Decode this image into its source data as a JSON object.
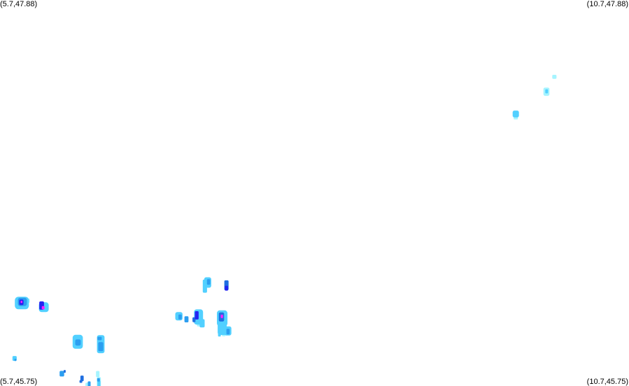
{
  "corners": {
    "top_left": "(5.7,47.88)",
    "top_right": "(10.7,47.88)",
    "bottom_left": "(5.7,45.75)",
    "bottom_right": "(10.7,45.75)"
  },
  "bounds": {
    "lon_min": 5.7,
    "lon_max": 10.7,
    "lat_min": 45.75,
    "lat_max": 47.88
  },
  "intensity_colors": {
    "very_light": "#a6f4ff",
    "light": "#52d0ff",
    "moderate": "#2c9ef0",
    "medium": "#1f6ee0",
    "heavy": "#2424f0",
    "very_heavy": "#ff20ff"
  },
  "cells": [
    {
      "lon": 10.107,
      "lat": 47.456,
      "w": 0.034,
      "h": 0.022,
      "level": "very_light"
    },
    {
      "lon": 10.044,
      "lat": 47.374,
      "w": 0.048,
      "h": 0.046,
      "level": "very_light"
    },
    {
      "lon": 10.045,
      "lat": 47.376,
      "w": 0.022,
      "h": 0.022,
      "level": "light"
    },
    {
      "lon": 9.8,
      "lat": 47.251,
      "w": 0.05,
      "h": 0.038,
      "level": "light"
    },
    {
      "lon": 9.8,
      "lat": 47.231,
      "w": 0.034,
      "h": 0.02,
      "level": "very_light"
    },
    {
      "lon": 5.874,
      "lat": 46.208,
      "w": 0.112,
      "h": 0.069,
      "level": "light"
    },
    {
      "lon": 5.878,
      "lat": 46.214,
      "w": 0.072,
      "h": 0.046,
      "level": "moderate"
    },
    {
      "lon": 5.87,
      "lat": 46.212,
      "w": 0.034,
      "h": 0.03,
      "level": "heavy"
    },
    {
      "lon": 5.871,
      "lat": 46.214,
      "w": 0.014,
      "h": 0.012,
      "level": "very_heavy"
    },
    {
      "lon": 5.925,
      "lat": 46.221,
      "w": 0.022,
      "h": 0.023,
      "level": "very_light"
    },
    {
      "lon": 6.048,
      "lat": 46.185,
      "w": 0.078,
      "h": 0.054,
      "level": "light"
    },
    {
      "lon": 6.031,
      "lat": 46.194,
      "w": 0.038,
      "h": 0.046,
      "level": "heavy"
    },
    {
      "lon": 6.043,
      "lat": 46.182,
      "w": 0.022,
      "h": 0.018,
      "level": "very_heavy"
    },
    {
      "lon": 6.071,
      "lat": 46.177,
      "w": 0.026,
      "h": 0.022,
      "level": "very_light"
    },
    {
      "lon": 5.816,
      "lat": 45.902,
      "w": 0.034,
      "h": 0.027,
      "level": "light"
    },
    {
      "lon": 5.822,
      "lat": 45.894,
      "w": 0.016,
      "h": 0.012,
      "level": "moderate"
    },
    {
      "lon": 6.318,
      "lat": 45.994,
      "w": 0.081,
      "h": 0.077,
      "level": "light"
    },
    {
      "lon": 6.32,
      "lat": 45.99,
      "w": 0.044,
      "h": 0.034,
      "level": "moderate"
    },
    {
      "lon": 6.501,
      "lat": 45.981,
      "w": 0.06,
      "h": 0.1,
      "level": "light"
    },
    {
      "lon": 6.501,
      "lat": 45.967,
      "w": 0.04,
      "h": 0.05,
      "level": "moderate"
    },
    {
      "lon": 6.492,
      "lat": 46.012,
      "w": 0.034,
      "h": 0.019,
      "level": "moderate"
    },
    {
      "lon": 6.192,
      "lat": 45.818,
      "w": 0.036,
      "h": 0.031,
      "level": "moderate"
    },
    {
      "lon": 6.214,
      "lat": 45.831,
      "w": 0.016,
      "h": 0.015,
      "level": "medium"
    },
    {
      "lon": 6.477,
      "lat": 45.816,
      "w": 0.028,
      "h": 0.034,
      "level": "very_light"
    },
    {
      "lon": 6.486,
      "lat": 45.77,
      "w": 0.032,
      "h": 0.058,
      "level": "very_light"
    },
    {
      "lon": 6.486,
      "lat": 45.762,
      "w": 0.024,
      "h": 0.035,
      "level": "light"
    },
    {
      "lon": 6.483,
      "lat": 45.784,
      "w": 0.022,
      "h": 0.019,
      "level": "moderate"
    },
    {
      "lon": 6.352,
      "lat": 45.792,
      "w": 0.026,
      "h": 0.031,
      "level": "medium"
    },
    {
      "lon": 6.343,
      "lat": 45.775,
      "w": 0.022,
      "h": 0.015,
      "level": "medium"
    },
    {
      "lon": 6.398,
      "lat": 45.757,
      "w": 0.038,
      "h": 0.023,
      "level": "very_light"
    },
    {
      "lon": 6.409,
      "lat": 45.762,
      "w": 0.022,
      "h": 0.027,
      "level": "moderate"
    },
    {
      "lon": 7.329,
      "lat": 46.301,
      "w": 0.034,
      "h": 0.072,
      "level": "light"
    },
    {
      "lon": 7.351,
      "lat": 46.321,
      "w": 0.056,
      "h": 0.058,
      "level": "light"
    },
    {
      "lon": 7.358,
      "lat": 46.324,
      "w": 0.026,
      "h": 0.031,
      "level": "moderate"
    },
    {
      "lon": 7.5,
      "lat": 46.306,
      "w": 0.034,
      "h": 0.054,
      "level": "medium"
    },
    {
      "lon": 7.5,
      "lat": 46.29,
      "w": 0.026,
      "h": 0.027,
      "level": "heavy"
    },
    {
      "lon": 7.122,
      "lat": 46.135,
      "w": 0.058,
      "h": 0.046,
      "level": "light"
    },
    {
      "lon": 7.131,
      "lat": 46.131,
      "w": 0.026,
      "h": 0.027,
      "level": "moderate"
    },
    {
      "lon": 7.182,
      "lat": 46.118,
      "w": 0.032,
      "h": 0.034,
      "level": "moderate"
    },
    {
      "lon": 7.278,
      "lat": 46.131,
      "w": 0.072,
      "h": 0.084,
      "level": "light"
    },
    {
      "lon": 7.264,
      "lat": 46.14,
      "w": 0.03,
      "h": 0.046,
      "level": "heavy"
    },
    {
      "lon": 7.242,
      "lat": 46.116,
      "w": 0.024,
      "h": 0.027,
      "level": "medium"
    },
    {
      "lon": 7.283,
      "lat": 46.092,
      "w": 0.034,
      "h": 0.027,
      "level": "very_light"
    },
    {
      "lon": 7.307,
      "lat": 46.096,
      "w": 0.04,
      "h": 0.046,
      "level": "light"
    },
    {
      "lon": 7.466,
      "lat": 46.124,
      "w": 0.084,
      "h": 0.088,
      "level": "light"
    },
    {
      "lon": 7.46,
      "lat": 46.131,
      "w": 0.042,
      "h": 0.05,
      "level": "medium"
    },
    {
      "lon": 7.464,
      "lat": 46.134,
      "w": 0.018,
      "h": 0.019,
      "level": "very_heavy"
    },
    {
      "lon": 7.466,
      "lat": 46.064,
      "w": 0.072,
      "h": 0.065,
      "level": "light"
    },
    {
      "lon": 7.511,
      "lat": 46.054,
      "w": 0.056,
      "h": 0.05,
      "level": "light"
    },
    {
      "lon": 7.513,
      "lat": 46.05,
      "w": 0.026,
      "h": 0.031,
      "level": "moderate"
    },
    {
      "lon": 7.444,
      "lat": 46.035,
      "w": 0.022,
      "h": 0.023,
      "level": "light"
    },
    {
      "lon": 7.478,
      "lat": 46.036,
      "w": 0.028,
      "h": 0.023,
      "level": "very_light"
    }
  ]
}
